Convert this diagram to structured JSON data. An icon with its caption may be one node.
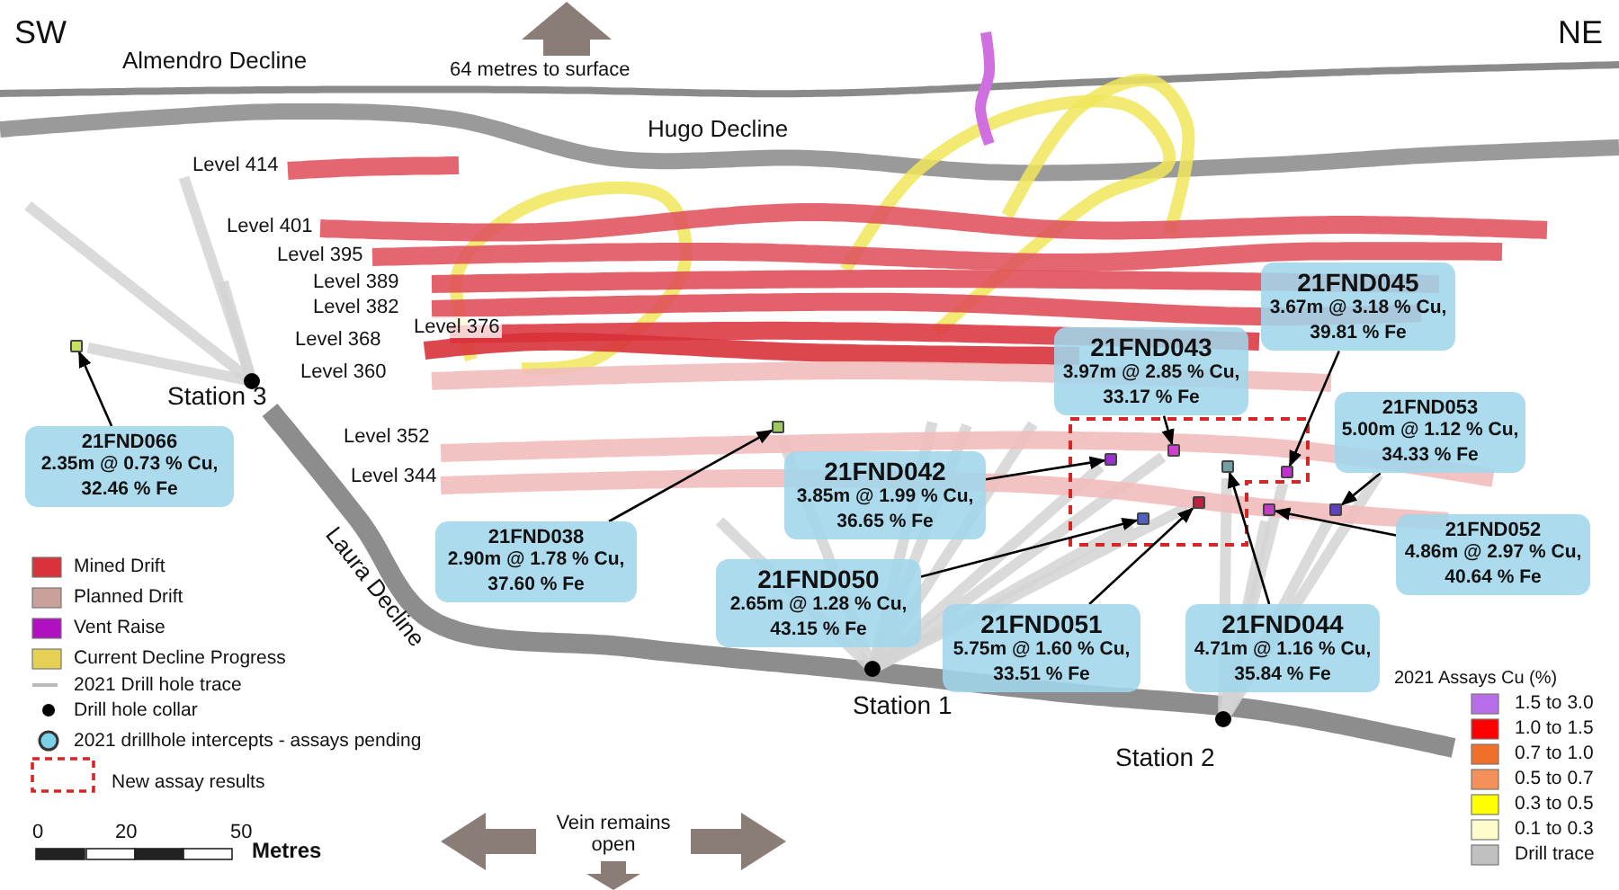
{
  "diagram": {
    "nodes": [
      {
        "text": [
          "21FND045",
          "3.67m @ 3.18 % Cu, 39.81 % Fe"
        ]
      },
      {
        "text": [
          "21FND043",
          "3.97m @ 2.85 % Cu, 33.17 % Fe"
        ]
      },
      {
        "text": [
          "21FND053",
          "5.00m @ 1.12 % Cu, 34.33 % Fe"
        ]
      },
      {
        "text": [
          "21FND066",
          "2.35m @ 0.73 % Cu, 32.46 % Fe"
        ]
      },
      {
        "text": [
          "21FND042",
          "3.85m @ 1.99 % Cu, 36.65 % Fe"
        ]
      },
      {
        "text": [
          "21FND052",
          "4.86m @ 2.97 % Cu, 40.64 % Fe"
        ]
      },
      {
        "text": [
          "21FND038",
          "2.90m @ 1.78 % Cu, 37.60 % Fe"
        ]
      },
      {
        "text": [
          "21FND050",
          "2.65m @ 1.28 % Cu, 43.15 % Fe"
        ]
      },
      {
        "text": [
          "21FND051",
          "5.75m @ 1.60 % Cu, 33.51 % Fe"
        ]
      },
      {
        "text": [
          "21FND044",
          "4.71m @ 1.16 % Cu, 35.84 % Fe"
        ]
      },
      {
        "text": [],
        "shape": "box"
      },
      {
        "text": [],
        "shape": "box"
      },
      {
        "text": [],
        "shape": "box"
      },
      {
        "text": [],
        "shape": "box"
      },
      {
        "text": [],
        "shape": "box"
      },
      {
        "text": [],
        "shape": "box"
      },
      {
        "text": [],
        "shape": "box"
      },
      {
        "text": [],
        "shape": "box"
      },
      {
        "text": [],
        "shape": "box"
      },
      {
        "text": [],
        "shape": "box"
      }
    ],
    "edges": [
      {
        "from": 0,
        "to": 18,
        "arrow": "to"
      },
      {
        "from": 1,
        "to": 14,
        "arrow": "to"
      },
      {
        "from": 2,
        "to": 19,
        "arrow": "to"
      },
      {
        "from": 3,
        "to": 10,
        "arrow": "to"
      },
      {
        "from": 4,
        "to": 12,
        "arrow": "to"
      },
      {
        "from": 5,
        "to": 17,
        "arrow": "to"
      },
      {
        "from": 6,
        "to": 11,
        "arrow": "to"
      },
      {
        "from": 7,
        "to": 13,
        "arrow": "to"
      },
      {
        "from": 8,
        "to": 15,
        "arrow": "to"
      },
      {
        "from": 9,
        "to": 16,
        "arrow": "to"
      }
    ],
    "labels": [
      "SW",
      "NE",
      "Almendro Decline",
      "64 metres to surface",
      "Hugo Decline",
      "Level 414",
      "Level 401",
      "Level 395",
      "Level 389",
      "Level 382",
      "Level 376",
      "Level 368",
      "Level 360",
      "Station 3",
      "Level 352",
      "Level 344",
      "Laura Decline",
      "Station 1",
      "Vein remains open",
      "Station 2",
      "2021 Assays Cu (%)",
      "0",
      "20",
      "50",
      "Metres"
    ],
    "legend": [
      {
        "text": "Mined Drift",
        "color": "#d8323a"
      },
      {
        "text": "Planned Drift",
        "color": "#c9a09a"
      },
      {
        "text": "Vent Raise",
        "color": "#b010c0"
      },
      {
        "text": "Current Decline Progress",
        "color": "#e6cf55"
      },
      {
        "text": "2021 Drill hole trace"
      },
      {
        "text": "Drill hole collar"
      },
      {
        "text": "2021 drillhole intercepts - assays pending"
      },
      {
        "text": "New assay results"
      },
      {
        "text": "1.5 to 3.0",
        "color": "#b86ee8"
      },
      {
        "text": "1.0 to 1.5",
        "color": "#ff0000"
      },
      {
        "text": "0.7 to 1.0",
        "color": "#f0702a"
      },
      {
        "text": "0.5 to 0.7",
        "color": "#f5905a"
      },
      {
        "text": "0.3 to 0.5",
        "color": "#ffff00"
      },
      {
        "text": "0.1 to 0.3",
        "color": "#fffccc"
      },
      {
        "text": "Drill trace",
        "color": "#c0c0c0"
      }
    ]
  }
}
